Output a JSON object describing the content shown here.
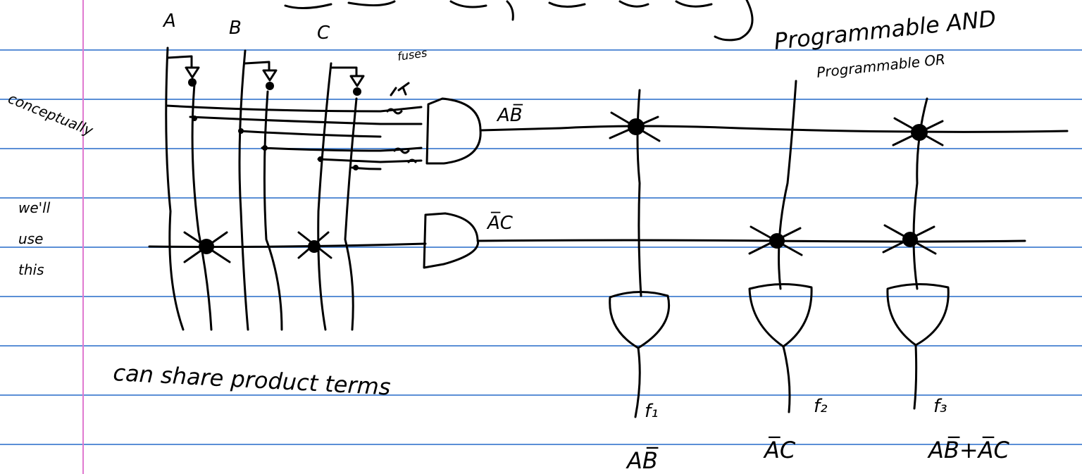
{
  "notes": {
    "title_fragment": "Logic Array",
    "heading": {
      "line1": "Programmable AND",
      "line2": "Programmable OR"
    },
    "inputs": {
      "a": "A",
      "b": "B",
      "c": "C"
    },
    "fuses_label": "fuses",
    "conceptually_label": "conceptually",
    "side_note": {
      "line1": "we'll",
      "line2": "use",
      "line3": "this"
    },
    "product_terms": {
      "term1": "AB̅",
      "term2": "A̅C"
    },
    "footer_note": "can share product terms",
    "outputs": [
      {
        "name": "f₁",
        "expr": "AB̅"
      },
      {
        "name": "f₂",
        "expr": "A̅C"
      },
      {
        "name": "f₃",
        "expr": "AB̅+A̅C"
      }
    ]
  },
  "colors": {
    "ruled_line": "#5b8fd6",
    "margin_line": "#e07ad0",
    "ink": "#000000"
  }
}
